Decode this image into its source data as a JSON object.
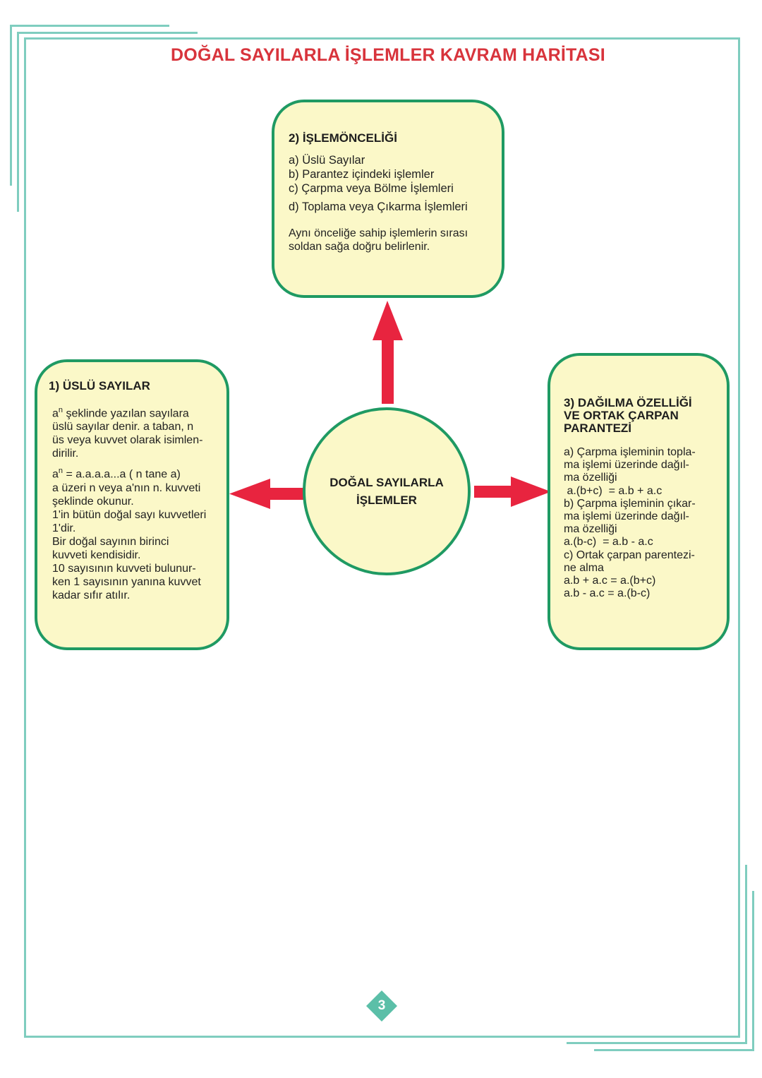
{
  "page": {
    "title": "DOĞAL SAYILARLA İŞLEMLER KAVRAM HARİTASI",
    "page_number": "3"
  },
  "colors": {
    "title": "#d8343c",
    "box_fill": "#fbf8c8",
    "box_border": "#1f9a63",
    "arrow": "#e8243f",
    "frame": "#7fcdbf",
    "badge": "#5bbfa8"
  },
  "center": {
    "line1": "DOĞAL SAYILARLA",
    "line2": "İŞLEMLER"
  },
  "islem_onceligi": {
    "title": "2) İŞLEMÖNCELİĞİ",
    "items": [
      "a) Üslü Sayılar",
      "b) Parantez içindeki işlemler",
      "c) Çarpma veya Bölme İşlemleri",
      "d) Toplama veya Çıkarma İşlemleri"
    ],
    "note_line1": "Aynı önceliğe sahip işlemlerin sırası",
    "note_line2": "soldan sağa doğru belirlenir."
  },
  "uslu_sayilar": {
    "title": "1) ÜSLÜ SAYILAR",
    "base": "a",
    "exp": "n",
    "line1_rest": " şeklinde yazılan sayılara",
    "line2": "üslü sayılar denir. a taban, n",
    "line3": "üs veya kuvvet olarak isimlen-",
    "line4": "dirilir.",
    "def_rest": " = a.a.a.a...a ( n tane a)",
    "line6": "a üzeri n veya a'nın n. kuvveti",
    "line7": "şeklinde okunur.",
    "line8": "1'in bütün doğal sayı kuvvetleri",
    "line9": "1'dir.",
    "line10": "Bir doğal sayının birinci",
    "line11": "kuvveti kendisidir.",
    "line12": "10 sayısının kuvveti bulunur-",
    "line13": "ken 1 sayısının yanına kuvvet",
    "line14": "kadar sıfır atılır."
  },
  "dagilma": {
    "title_line1": "3) DAĞILMA ÖZELLİĞİ",
    "title_line2": "VE ORTAK ÇARPAN",
    "title_line3": "PARANTEZİ",
    "lines": [
      "a) Çarpma işleminin topla-",
      "ma işlemi üzerinde dağıl-",
      "ma özelliği",
      " a.(b+c)  = a.b + a.c",
      "b) Çarpma işleminin çıkar-",
      "ma işlemi üzerinde dağıl-",
      "ma özelliği",
      "a.(b-c)  = a.b - a.c",
      "c) Ortak çarpan parentezi-",
      "ne alma",
      "a.b + a.c = a.(b+c)",
      "a.b - a.c = a.(b-c)"
    ]
  }
}
